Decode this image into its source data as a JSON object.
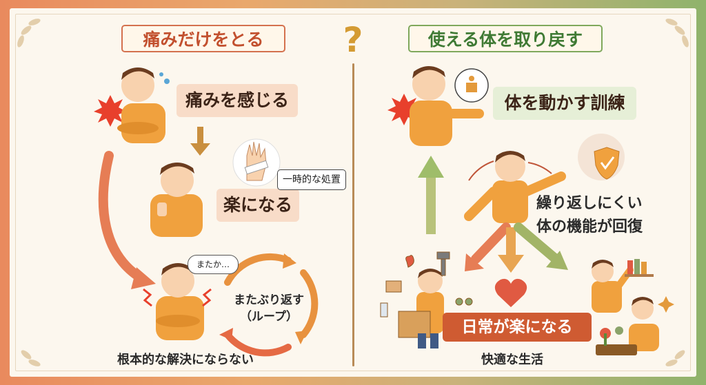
{
  "left": {
    "title": "痛みだけをとる",
    "pain_label": "痛みを感じる",
    "relief_label": "楽になる",
    "temp_note": "一時的な処置",
    "thought": "またか…",
    "loop_text_1": "またぶり返す",
    "loop_text_2": "（ループ）",
    "caption": "根本的な解決にならない"
  },
  "center": {
    "symbol": "?"
  },
  "right": {
    "title": "使える体を取り戻す",
    "training_label": "体を動かす訓練",
    "function_line1": "繰り返しにくい",
    "function_line2": "体の機能が回復",
    "banner": "日常が楽になる",
    "caption": "快適な生活"
  },
  "colors": {
    "left_accent": "#d4714e",
    "right_accent": "#7fa85c",
    "banner": "#cf5b32",
    "shirt": "#f0a13e"
  }
}
